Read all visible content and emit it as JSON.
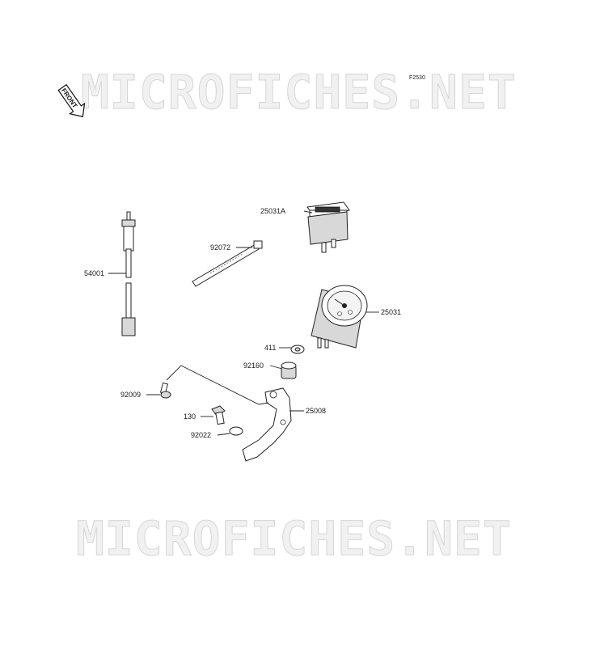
{
  "diagram_code": "F2530",
  "watermark_text": "MICROFICHES.NET",
  "front_label": "FRONT",
  "callouts": {
    "p25031A": "25031A",
    "p92072": "92072",
    "p54001": "54001",
    "p25031": "25031",
    "p411": "411",
    "p92160": "92160",
    "p92009": "92009",
    "p25008": "25008",
    "p130": "130",
    "p92022": "92022"
  }
}
